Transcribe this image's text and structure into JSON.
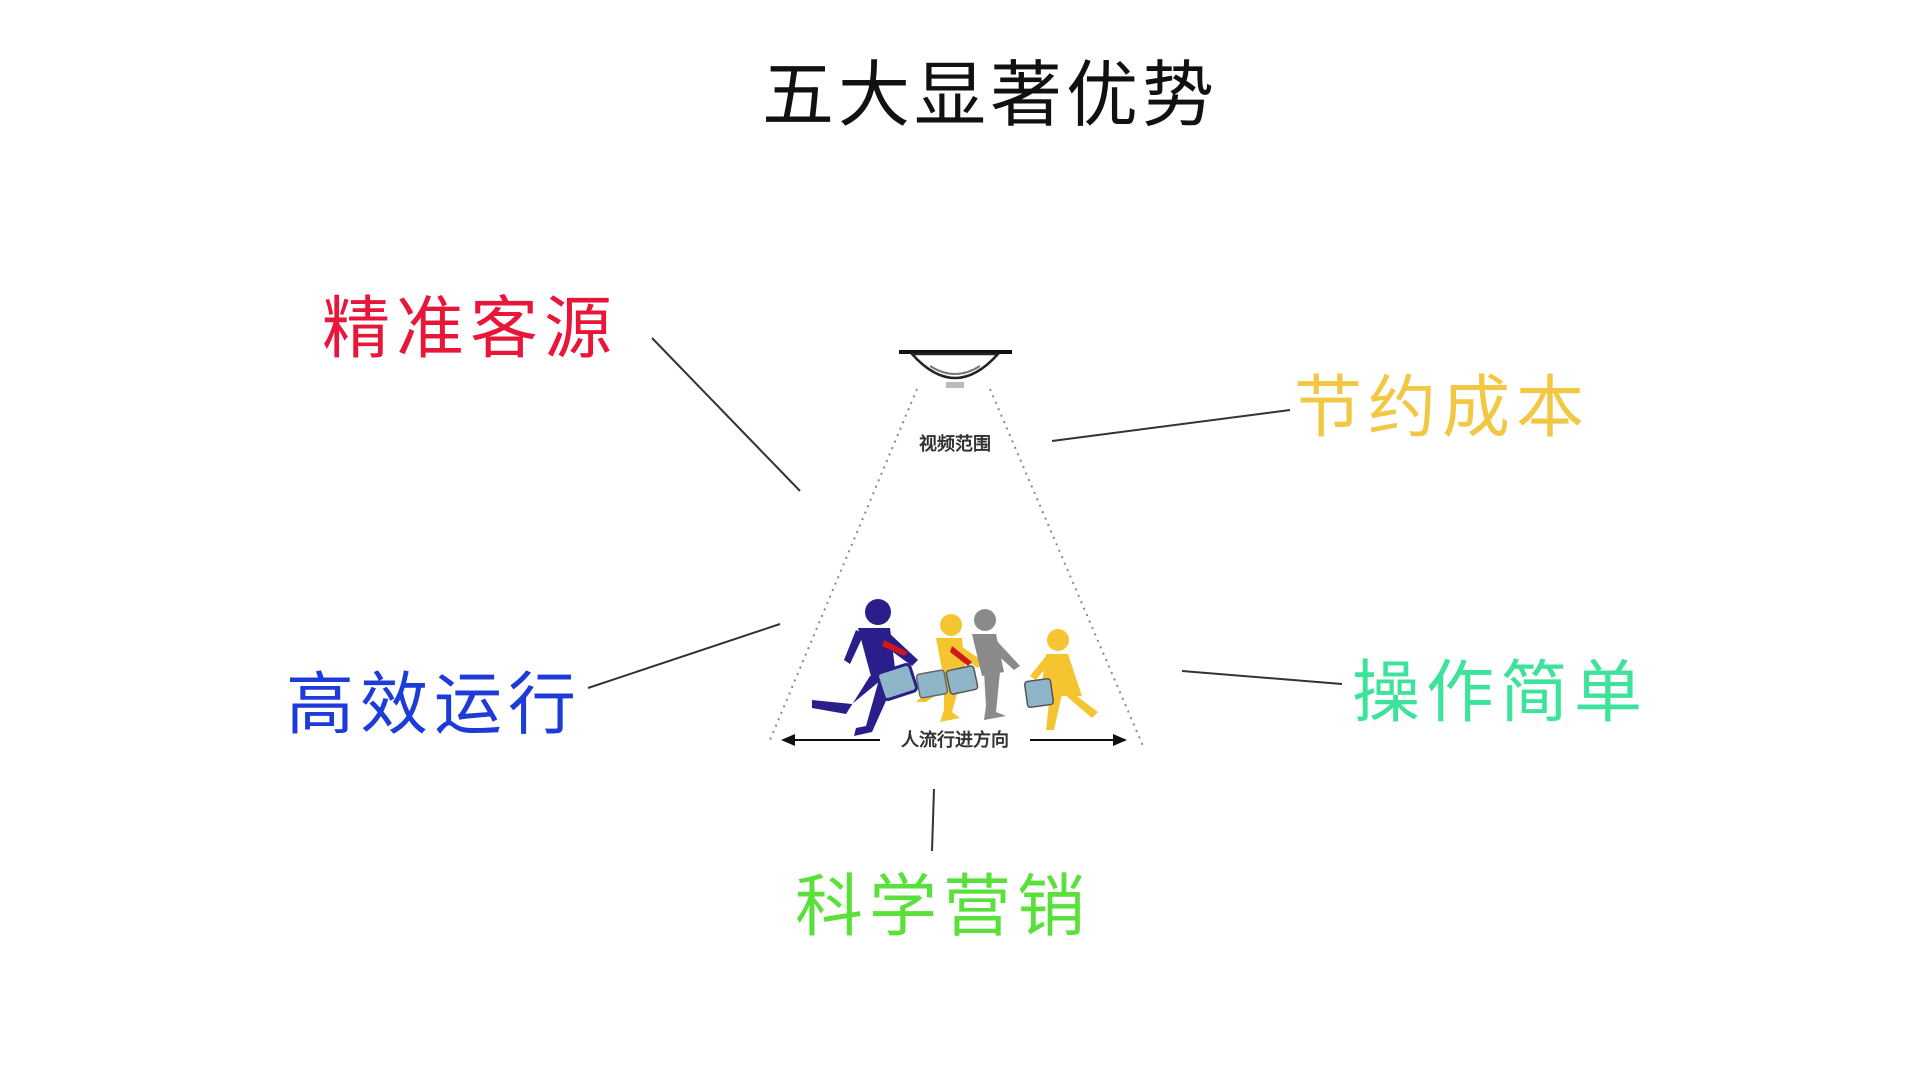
{
  "title": "五大显著优势",
  "camera_label": "视频范围",
  "flow_label": "人流行进方向",
  "advantages": [
    {
      "key": "precise",
      "label": "精准客源",
      "color": "#e8173a"
    },
    {
      "key": "cost",
      "label": "节约成本",
      "color": "#f2c744"
    },
    {
      "key": "efficient",
      "label": "高效运行",
      "color": "#1c3bd9"
    },
    {
      "key": "simple",
      "label": "操作简单",
      "color": "#3de39a"
    },
    {
      "key": "marketing",
      "label": "科学营销",
      "color": "#5ae03a"
    }
  ],
  "colors": {
    "connector": "#333333",
    "figure_navy": "#2a1f8a",
    "figure_yellow": "#f5c531",
    "figure_gray": "#8a8a8a",
    "bag_blue": "#8fb6c8",
    "tie_red": "#d01818"
  }
}
